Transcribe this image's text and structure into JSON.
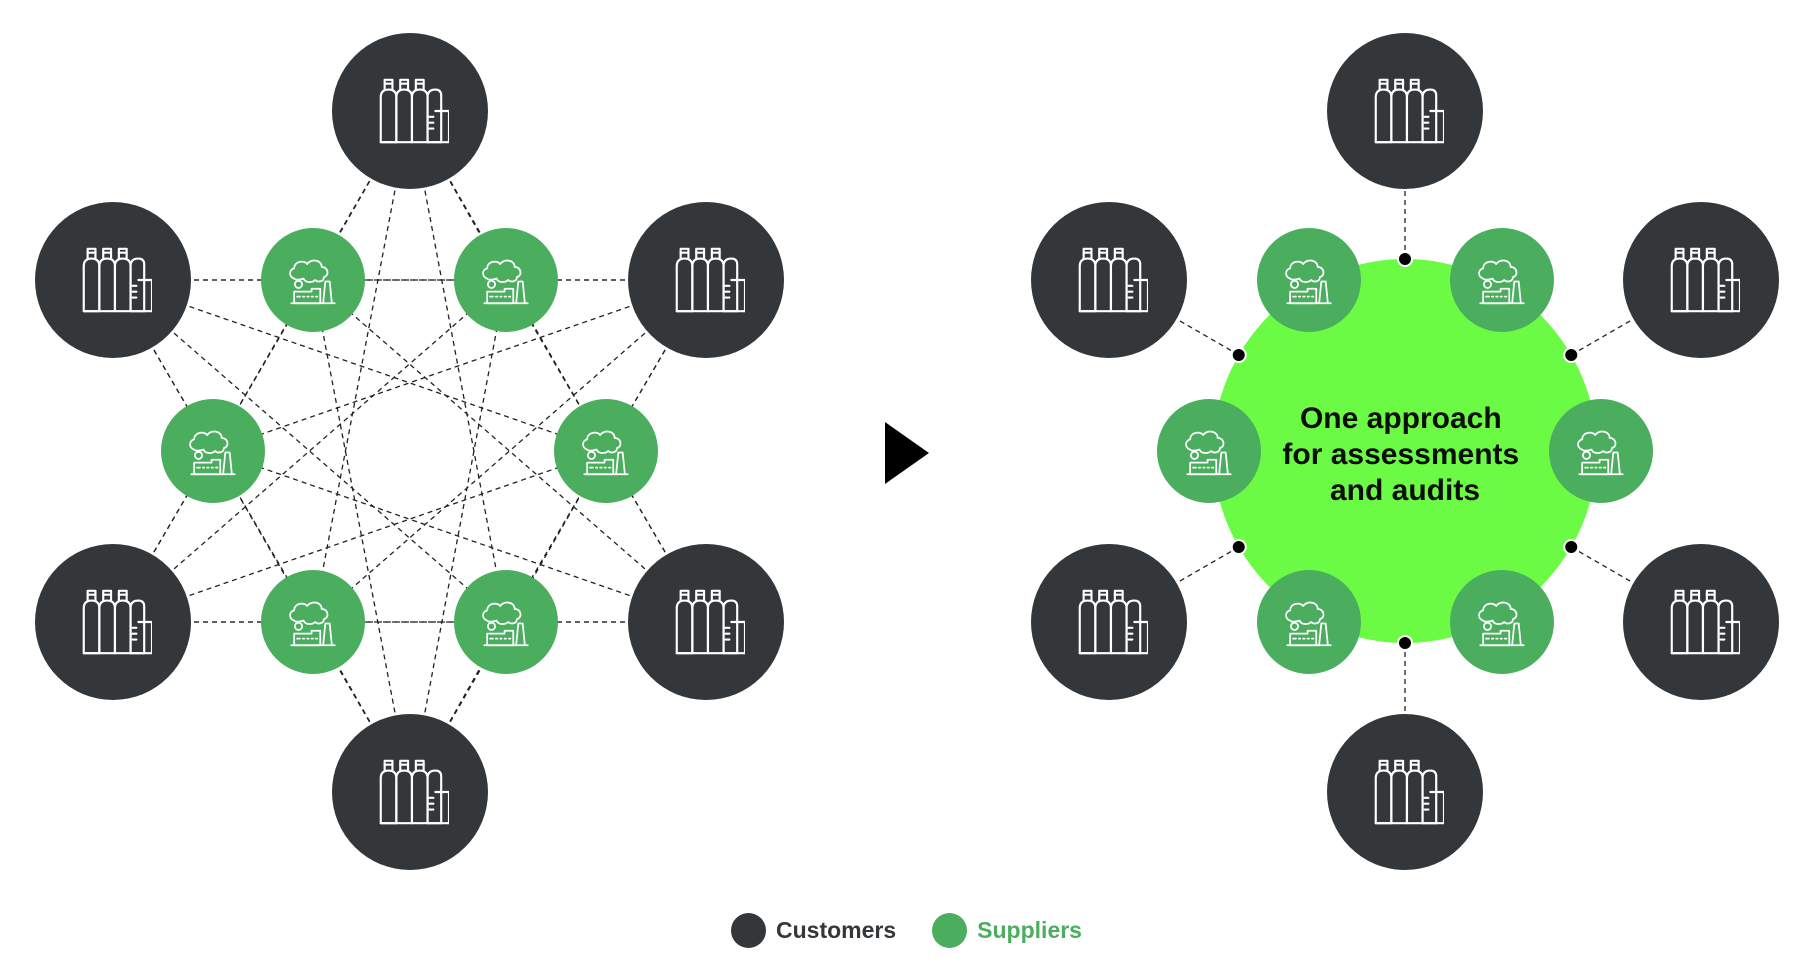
{
  "colors": {
    "customer": "#33373a",
    "supplier": "#4bae5f",
    "hub": "#6cfb44",
    "line": "#222222",
    "icon_stroke": "#ffffff",
    "arrow": "#000000",
    "customers_label": "#33373a",
    "suppliers_label": "#4bae5f"
  },
  "icons": {
    "customer": "gas-cylinders-icon",
    "supplier": "factory-icon",
    "transition": "play-arrow-icon"
  },
  "hub": {
    "lines": [
      "One approach",
      "for assessments",
      "and audits"
    ]
  },
  "legend": {
    "customers_label": "Customers",
    "suppliers_label": "Suppliers"
  }
}
